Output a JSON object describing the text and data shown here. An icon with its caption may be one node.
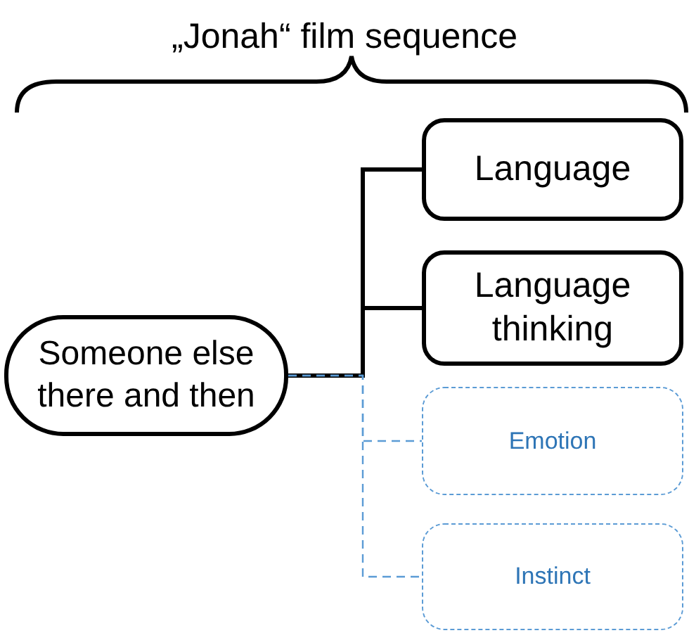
{
  "diagram": {
    "title": "„Jonah“ film sequence",
    "nodes": [
      {
        "text": [
          "Someone else there and then"
        ]
      },
      {
        "text": [
          "Language"
        ]
      },
      {
        "text": [
          "Language thinking"
        ]
      },
      {
        "text": [
          "Emotion"
        ]
      },
      {
        "text": [
          "Instinct"
        ]
      }
    ],
    "edges": [
      {
        "from": 0,
        "to": 1,
        "arrow": "none",
        "style": "thick"
      },
      {
        "from": 0,
        "to": 2,
        "arrow": "none",
        "style": "thick"
      },
      {
        "from": 0,
        "to": 3,
        "arrow": "none",
        "style": "dashed",
        "color": "#5b9bd5"
      },
      {
        "from": 0,
        "to": 4,
        "arrow": "none",
        "style": "dashed",
        "color": "#5b9bd5"
      }
    ]
  }
}
